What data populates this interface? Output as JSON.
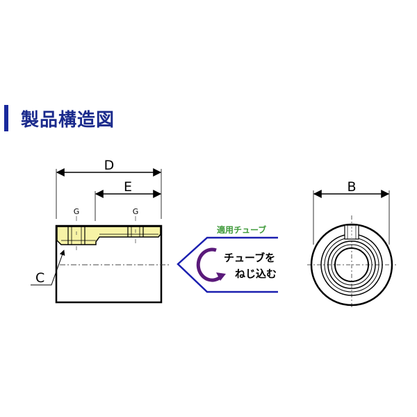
{
  "section": {
    "title": "製品構造図",
    "accent_color": "#1a2a9c"
  },
  "side_view": {
    "dimension_d": "D",
    "dimension_e": "E",
    "thread_label_left": "G",
    "thread_label_right": "G",
    "chamfer_label": "C",
    "fill_color": "#f7f3a6"
  },
  "insert_instruction": {
    "applicable_tube_label": "適用チューブ",
    "instruction_line1": "チューブを",
    "instruction_line2": "ねじ込む",
    "arrow_color": "#1b1fb0",
    "rotation_color": "#5a1a7a",
    "tube_label_color": "#3f9a3a"
  },
  "end_view": {
    "dimension_b": "B"
  }
}
